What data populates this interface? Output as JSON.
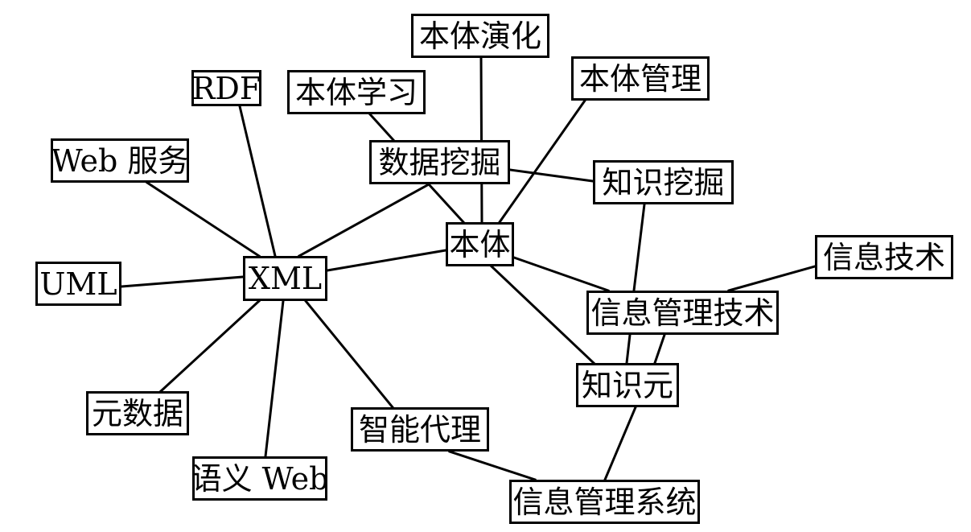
{
  "diagram": {
    "nodes": {
      "benti_yanhua": "本体演化",
      "benti_guanli": "本体管理",
      "rdf": "RDF",
      "benti_xuexi": "本体学习",
      "web_fuwu": "Web 服务",
      "shuju_wajue": "数据挖掘",
      "zhishi_wajue": "知识挖掘",
      "benti": "本体",
      "xinxi_jishu": "信息技术",
      "uml": "UML",
      "xml": "XML",
      "xinxi_guanli_jishu": "信息管理技术",
      "zhishiyuan": "知识元",
      "yuanshuju": "元数据",
      "zhineng_daili": "智能代理",
      "yuyi_web": "语义 Web",
      "xinxi_guanli_xitong": "信息管理系统"
    },
    "edges": [
      [
        "xml",
        "rdf"
      ],
      [
        "xml",
        "web_fuwu"
      ],
      [
        "xml",
        "uml"
      ],
      [
        "xml",
        "yuanshuju"
      ],
      [
        "xml",
        "yuyi_web"
      ],
      [
        "xml",
        "zhineng_daili"
      ],
      [
        "xml",
        "shuju_wajue"
      ],
      [
        "xml",
        "benti"
      ],
      [
        "benti",
        "shuju_wajue"
      ],
      [
        "benti",
        "benti_yanhua"
      ],
      [
        "benti",
        "benti_guanli"
      ],
      [
        "benti",
        "xinxi_guanli_jishu"
      ],
      [
        "benti",
        "zhishiyuan"
      ],
      [
        "shuju_wajue",
        "benti_xuexi"
      ],
      [
        "shuju_wajue",
        "zhishi_wajue"
      ],
      [
        "zhishi_wajue",
        "xinxi_guanli_jishu"
      ],
      [
        "xinxi_guanli_jishu",
        "xinxi_jishu"
      ],
      [
        "xinxi_guanli_jishu",
        "zhishiyuan"
      ],
      [
        "zhishiyuan",
        "xinxi_guanli_xitong"
      ],
      [
        "zhineng_daili",
        "xinxi_guanli_xitong"
      ]
    ]
  }
}
